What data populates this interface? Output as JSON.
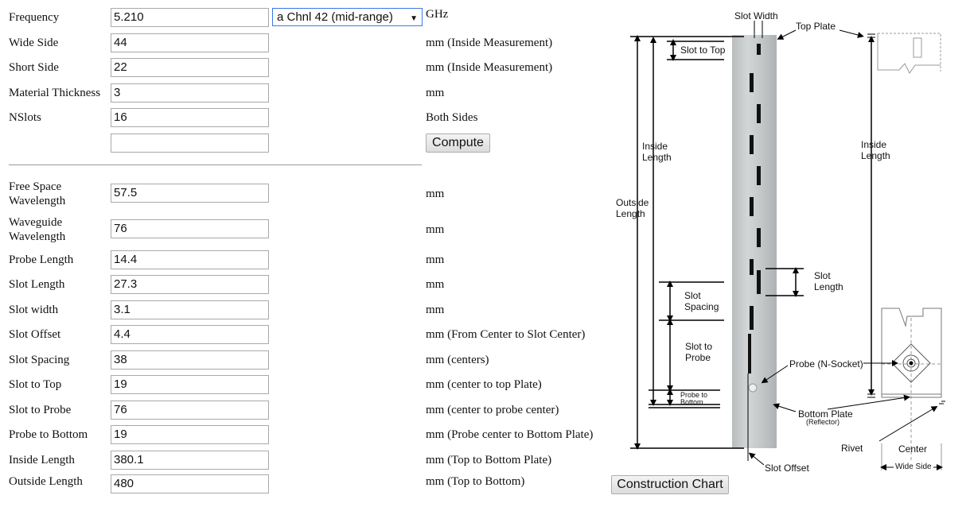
{
  "form": {
    "frequency": {
      "label": "Frequency",
      "value": "5.210",
      "unit": "GHz"
    },
    "channel_select": {
      "selected": "a Chnl 42 (mid-range)"
    },
    "wide_side": {
      "label": "Wide Side",
      "value": "44",
      "unit": "mm (Inside Measurement)"
    },
    "short_side": {
      "label": "Short Side",
      "value": "22",
      "unit": "mm (Inside Measurement)"
    },
    "material_thickness": {
      "label": "Material Thickness",
      "value": "3",
      "unit": "mm"
    },
    "nslots": {
      "label": "NSlots",
      "value": "16",
      "unit": "Both Sides"
    },
    "extra_field": {
      "value": ""
    },
    "compute_label": "Compute"
  },
  "results": [
    {
      "label1": "Free Space",
      "label2": "Wavelength",
      "value": "57.5",
      "unit": "mm"
    },
    {
      "label1": "Waveguide",
      "label2": "Wavelength",
      "value": "76",
      "unit": "mm"
    },
    {
      "label1": "Probe Length",
      "label2": "",
      "value": "14.4",
      "unit": "mm"
    },
    {
      "label1": "Slot Length",
      "label2": "",
      "value": "27.3",
      "unit": "mm"
    },
    {
      "label1": "Slot width",
      "label2": "",
      "value": "3.1",
      "unit": "mm"
    },
    {
      "label1": "Slot Offset",
      "label2": "",
      "value": "4.4",
      "unit": "mm (From Center to Slot Center)"
    },
    {
      "label1": "Slot Spacing",
      "label2": "",
      "value": "38",
      "unit": "mm (centers)"
    },
    {
      "label1": "Slot to Top",
      "label2": "",
      "value": "19",
      "unit": "mm (center to top Plate)"
    },
    {
      "label1": "Slot to Probe",
      "label2": "",
      "value": "76",
      "unit": "mm (center to probe center)"
    },
    {
      "label1": "Probe to Bottom",
      "label2": "",
      "value": "19",
      "unit": "mm (Probe center to Bottom Plate)"
    },
    {
      "label1": "Inside Length",
      "label2": "",
      "value": "380.1",
      "unit": "mm (Top to Bottom Plate)"
    },
    {
      "label1": "Outside Length",
      "label2": "",
      "value": "480",
      "unit": "mm (Top to Bottom)"
    }
  ],
  "construction_chart_label": "Construction Chart",
  "diagram": {
    "slot_width": "Slot Width",
    "top_plate": "Top Plate",
    "slot_to_top": "Slot to Top",
    "inside_length_1": "Inside",
    "inside_length_2": "Length",
    "outside_length_1": "Outside",
    "outside_length_2": "Length",
    "slot_length_1": "Slot",
    "slot_length_2": "Length",
    "slot_spacing_1": "Slot",
    "slot_spacing_2": "Spacing",
    "slot_to_probe_1": "Slot to",
    "slot_to_probe_2": "Probe",
    "probe_to_bottom_1": "Probe to",
    "probe_to_bottom_2": "Bottom",
    "probe_socket": "Probe (N-Socket)",
    "bottom_plate": "Bottom Plate",
    "reflector": "(Reflector)",
    "rivet": "Rivet",
    "center": "Center",
    "wide_side": "Wide Side",
    "slot_offset": "Slot Offset"
  }
}
